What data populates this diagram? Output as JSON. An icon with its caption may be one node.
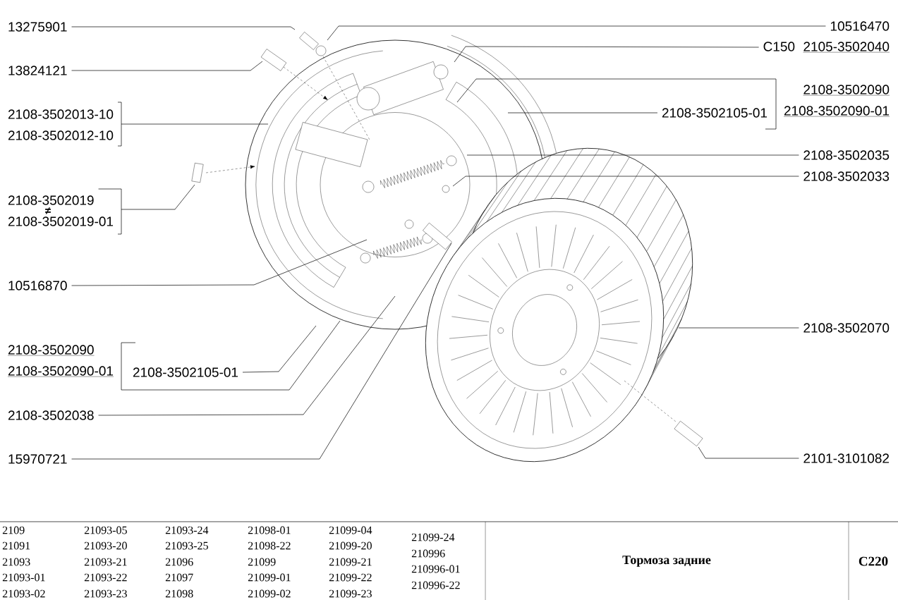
{
  "diagram": {
    "title": "Тормоза задние",
    "nodes": [
      {
        "text": [
          "13275901"
        ]
      },
      {
        "text": [
          "13824121"
        ]
      },
      {
        "text": [
          "2108-3502013-10"
        ]
      },
      {
        "text": [
          "2108-3502012-10"
        ]
      },
      {
        "text": [
          "2108-3502019"
        ]
      },
      {
        "text": [
          "2108-3502019-01"
        ]
      },
      {
        "text": [
          "10516870"
        ]
      },
      {
        "text": [
          "2108-3502090"
        ]
      },
      {
        "text": [
          "2108-3502090-01"
        ]
      },
      {
        "text": [
          "2108-3502105-01"
        ]
      },
      {
        "text": [
          "2108-3502038"
        ]
      },
      {
        "text": [
          "15970721"
        ]
      },
      {
        "text": [
          "10516470"
        ]
      },
      {
        "text": [
          "C150",
          "2105-3502040"
        ]
      },
      {
        "text": [
          "2108-3502090"
        ]
      },
      {
        "text": [
          "2108-3502090-01"
        ]
      },
      {
        "text": [
          "2108-3502105-01"
        ]
      },
      {
        "text": [
          "2108-3502035"
        ]
      },
      {
        "text": [
          "2108-3502033"
        ]
      },
      {
        "text": [
          "2108-3502070"
        ]
      },
      {
        "text": [
          "2101-3101082"
        ]
      }
    ],
    "edges": [
      {
        "from": 0,
        "to": null,
        "arrow": "none"
      },
      {
        "from": 1,
        "to": null,
        "arrow": "none"
      },
      {
        "from": 2,
        "to": null,
        "arrow": "none"
      },
      {
        "from": 3,
        "to": null,
        "arrow": "none"
      },
      {
        "from": 4,
        "to": null,
        "arrow": "none"
      },
      {
        "from": 5,
        "to": null,
        "arrow": "none"
      },
      {
        "from": 6,
        "to": null,
        "arrow": "none"
      },
      {
        "from": 7,
        "to": null,
        "arrow": "none"
      },
      {
        "from": 8,
        "to": null,
        "arrow": "none"
      },
      {
        "from": 9,
        "to": null,
        "arrow": "none"
      },
      {
        "from": 10,
        "to": null,
        "arrow": "none"
      },
      {
        "from": 11,
        "to": null,
        "arrow": "none"
      },
      {
        "from": 12,
        "to": null,
        "arrow": "none"
      },
      {
        "from": 13,
        "to": null,
        "arrow": "none"
      },
      {
        "from": 14,
        "to": null,
        "arrow": "none"
      },
      {
        "from": 15,
        "to": null,
        "arrow": "none"
      },
      {
        "from": 16,
        "to": null,
        "arrow": "none"
      },
      {
        "from": 17,
        "to": null,
        "arrow": "none"
      },
      {
        "from": 18,
        "to": null,
        "arrow": "none"
      },
      {
        "from": 19,
        "to": null,
        "arrow": "none"
      },
      {
        "from": 20,
        "to": null,
        "arrow": "none"
      }
    ],
    "labels": [
      "≠",
      "2109",
      "21093-05",
      "21093-24",
      "21098-01",
      "21099-04",
      "21099-24",
      "21091",
      "21093-20",
      "21093-25",
      "21098-22",
      "21099-20",
      "210996",
      "21093",
      "21093-21",
      "21096",
      "21099",
      "21099-21",
      "210996-01",
      "21093-01",
      "21093-22",
      "21097",
      "21099-01",
      "21099-22",
      "210996-22",
      "21093-02",
      "21093-23",
      "21098",
      "21099-02",
      "21099-23",
      "C220"
    ]
  }
}
